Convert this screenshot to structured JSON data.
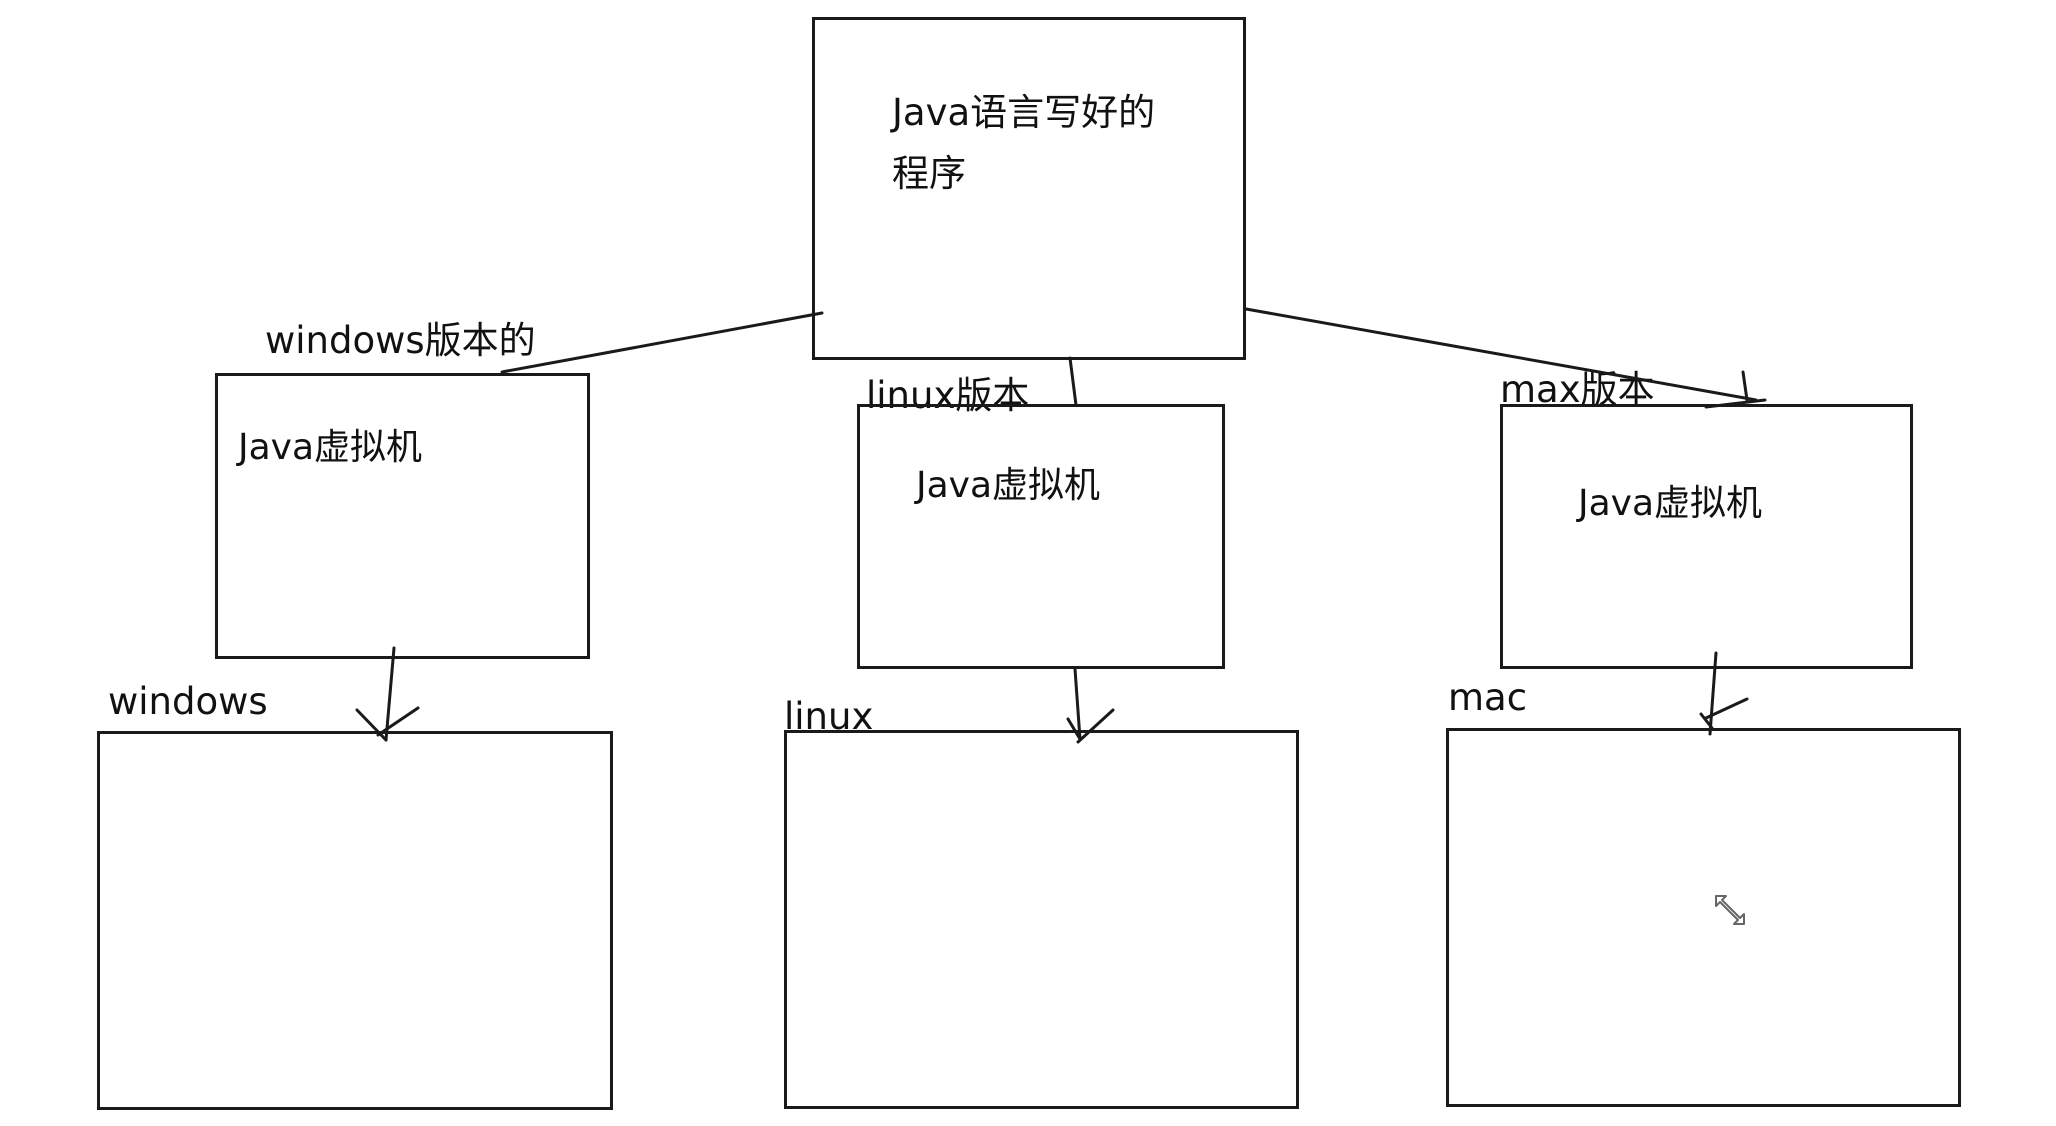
{
  "program_box": {
    "text": "Java语言写好的程序"
  },
  "vm_boxes": [
    {
      "platform_label": "windows版本的",
      "text": "Java虚拟机"
    },
    {
      "platform_label": "linux版本",
      "text": "Java虚拟机"
    },
    {
      "platform_label": "max版本",
      "text": "Java虚拟机"
    }
  ],
  "os_boxes": [
    {
      "label": "windows"
    },
    {
      "label": "linux"
    },
    {
      "label": "mac"
    }
  ],
  "icons": {
    "cursor": "resize-diagonal-cursor-icon"
  }
}
